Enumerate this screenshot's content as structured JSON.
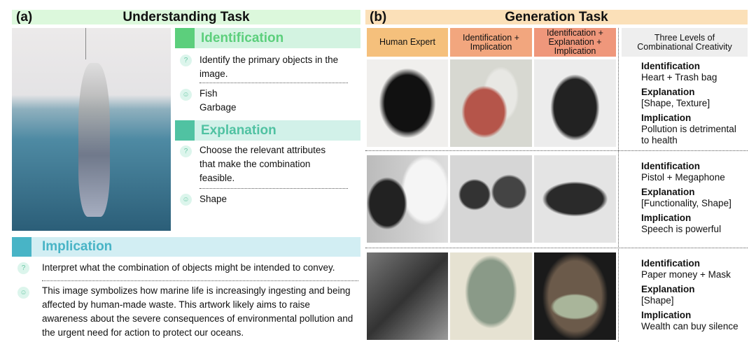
{
  "understanding": {
    "tag": "(a)",
    "title": "Understanding Task",
    "identification": {
      "label": "Identification",
      "question": "Identify the primary objects in the image.",
      "answer_lines": [
        "Fish",
        "Garbage"
      ]
    },
    "explanation": {
      "label": "Explanation",
      "question": "Choose the relevant attributes that make the combination feasible.",
      "answer": "Shape"
    },
    "implication": {
      "label": "Implication",
      "question": "Interpret what the combination of objects might be intended to convey.",
      "answer": "This image symbolizes how marine life is increasingly ingesting and being affected by human-made waste. This artwork likely aims to raise awareness about the severe consequences of environmental pollution and the urgent need for action to protect our oceans."
    }
  },
  "generation": {
    "tag": "(b)",
    "title": "Generation Task",
    "columns": [
      "Human Expert",
      "Identification + Implication",
      "Identification + Explanation + Implication",
      "Three Levels of Combinational Creativity"
    ],
    "rows": [
      {
        "identification_label": "Identification",
        "identification": "Heart + Trash bag",
        "explanation_label": "Explanation",
        "explanation": "[Shape, Texture]",
        "implication_label": "Implication",
        "implication": "Pollution is detrimental to health"
      },
      {
        "identification_label": "Identification",
        "identification": "Pistol + Megaphone",
        "explanation_label": "Explanation",
        "explanation": "[Functionality, Shape]",
        "implication_label": "Implication",
        "implication": "Speech is powerful"
      },
      {
        "identification_label": "Identification",
        "identification": "Paper money + Mask",
        "explanation_label": "Explanation",
        "explanation": "[Shape]",
        "implication_label": "Implication",
        "implication": "Wealth can buy silence"
      }
    ]
  },
  "colors": {
    "understanding_bar": "#dcf8dc",
    "generation_bar": "#fbe0b8",
    "identification": "#5ccf7c",
    "explanation": "#50c2a2",
    "implication": "#48b4c6"
  }
}
